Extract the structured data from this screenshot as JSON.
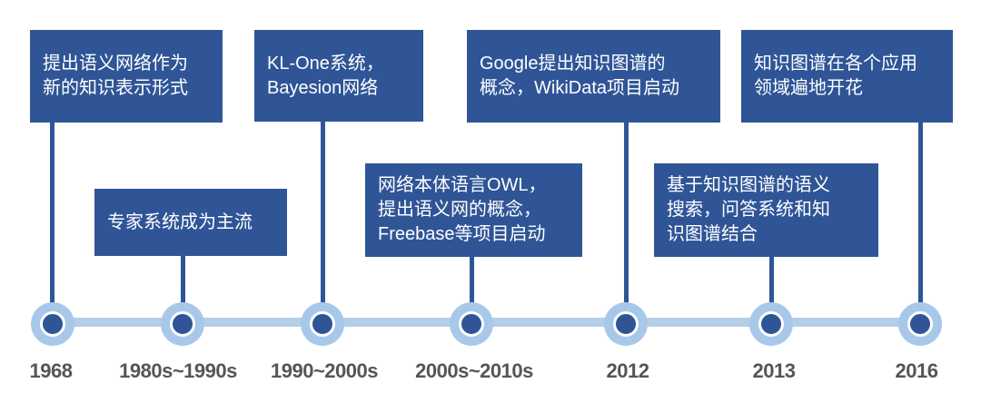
{
  "timeline": {
    "years": [
      "1968",
      "1980s~1990s",
      "1990~2000s",
      "2000s~2010s",
      "2012",
      "2013",
      "2016"
    ],
    "events": [
      {
        "lines": [
          "提出语义网络作为",
          "新的知识表示形式"
        ]
      },
      {
        "lines": [
          "专家系统成为主流"
        ]
      },
      {
        "lines": [
          "KL-One系统，",
          "Bayesion网络"
        ]
      },
      {
        "lines": [
          "网络本体语言OWL，",
          "提出语义网的概念，",
          "Freebase等项目启动"
        ]
      },
      {
        "lines": [
          "Google提出知识图谱的",
          "概念，WikiData项目启动"
        ]
      },
      {
        "lines": [
          "基于知识图谱的语义",
          "搜索，问答系统和知",
          "识图谱结合"
        ]
      },
      {
        "lines": [
          "知识图谱在各个应用",
          "领域遍地开花"
        ]
      }
    ]
  },
  "colors": {
    "box": "#2f5597",
    "line": "#b4cde8",
    "node_ring": "#a8c8ea",
    "year_text": "#555555"
  }
}
